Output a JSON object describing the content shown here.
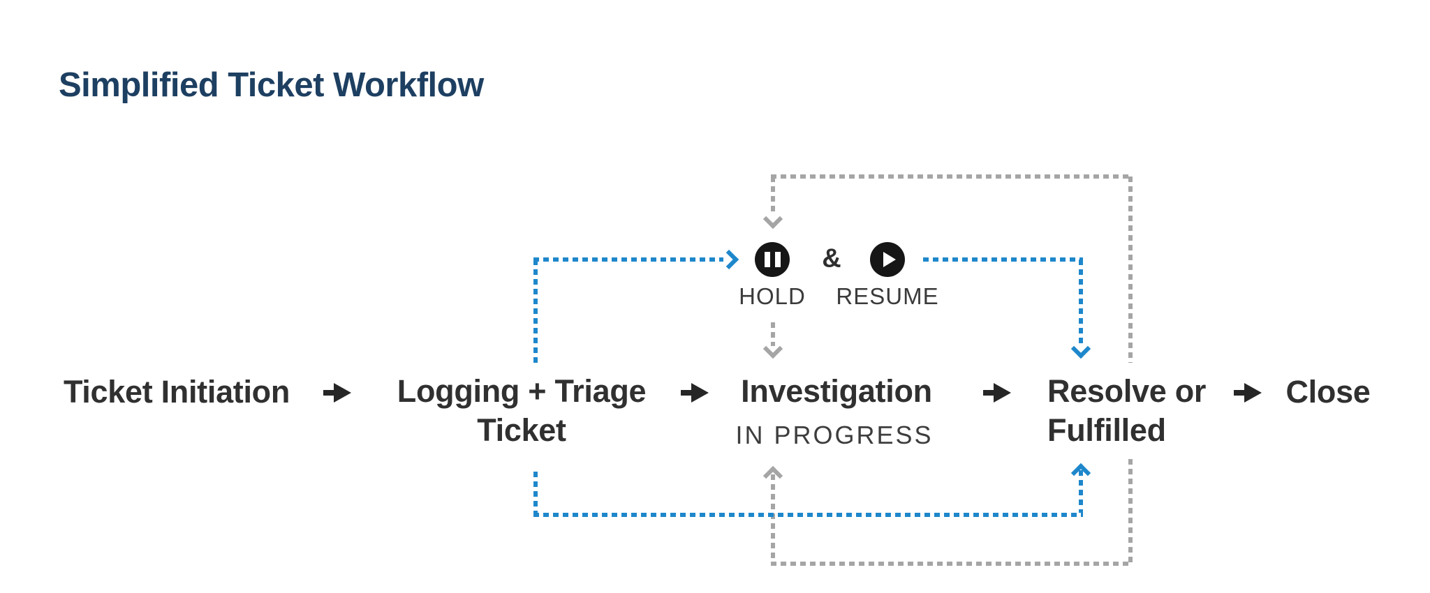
{
  "title": "Simplified Ticket Workflow",
  "colors": {
    "blue": "#1e87cb",
    "gray": "#a5a5a5",
    "ink": "#303030",
    "title": "#1d3f61",
    "mid": "#3a3a3a"
  },
  "flow": {
    "nodes": [
      {
        "label": "Ticket Initiation"
      },
      {
        "label": "Logging + Triage",
        "label_line2": "Ticket"
      },
      {
        "label": "Investigation",
        "status": "IN PROGRESS"
      },
      {
        "label": "Resolve or",
        "label_line2": "Fulfilled"
      },
      {
        "label": "Close"
      }
    ]
  },
  "hold_resume": {
    "hold_icon": "pause-icon",
    "resume_icon": "play-icon",
    "hold_label": "HOLD",
    "resume_label": "RESUME",
    "separator": "&"
  }
}
